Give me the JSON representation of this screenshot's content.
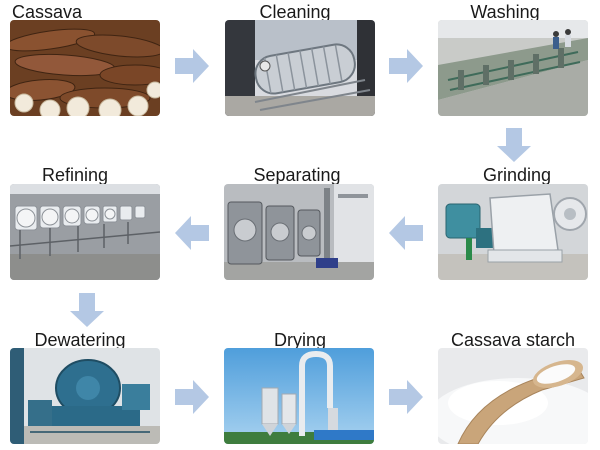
{
  "steps": [
    {
      "label": "Cassava",
      "image": "cassava-roots-photo"
    },
    {
      "label": "Cleaning",
      "image": "rotary-drum-cleaner-photo"
    },
    {
      "label": "Washing",
      "image": "washing-machine-photo"
    },
    {
      "label": "Grinding",
      "image": "grinder-machine-photo"
    },
    {
      "label": "Separating",
      "image": "centrifugal-sieve-photo"
    },
    {
      "label": "Refining",
      "image": "refining-sieves-photo"
    },
    {
      "label": "Dewatering",
      "image": "dewatering-centrifuge-photo"
    },
    {
      "label": "Drying",
      "image": "flash-dryer-photo"
    },
    {
      "label": "Cassava starch",
      "image": "starch-powder-photo"
    }
  ],
  "colors": {
    "arrow": "#b4c8e4",
    "text": "#1a1a1a"
  }
}
